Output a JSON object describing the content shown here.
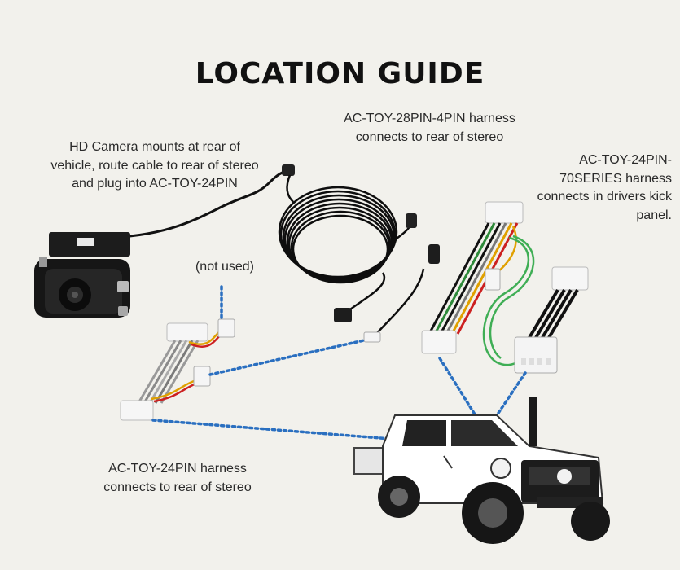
{
  "title": "LOCATION GUIDE",
  "labels": {
    "camera": "HD Camera mounts at rear of vehicle, route cable to rear of stereo and plug into AC-TOY-24PIN",
    "ac_toy_28pin": "AC-TOY-28PIN-4PIN harness connects to rear of stereo",
    "ac_toy_24pin_70series": "AC-TOY-24PIN-70SERIES harness connects in drivers kick panel.",
    "not_used": "(not used)",
    "ac_toy_24pin": "AC-TOY-24PIN harness connects to rear of stereo"
  },
  "colors": {
    "background": "#f2f1ec",
    "connector_line": "#2a6fc0",
    "cable": "#111111",
    "vehicle_body": "#ffffff"
  },
  "icons": [
    "camera-icon",
    "extension-cable-icon",
    "harness-24pin-icon",
    "harness-28pin-icon",
    "harness-70series-icon",
    "truck-icon"
  ]
}
